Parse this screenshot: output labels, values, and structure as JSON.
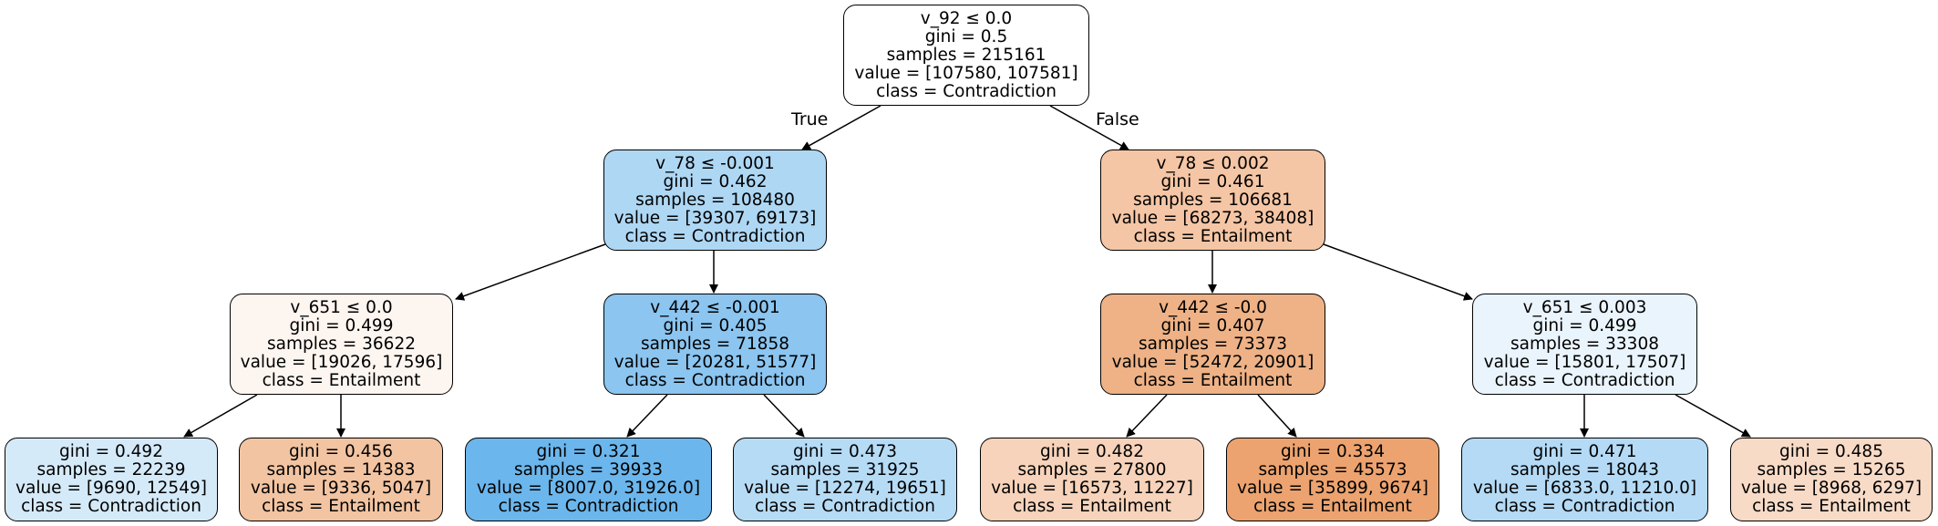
{
  "colors": {
    "n0": "#ffffff",
    "n1": "#aed7f4",
    "n2": "#f5c6a5",
    "n3": "#fdf5f0",
    "n4": "#8bc5f0",
    "n5": "#eeb286",
    "n6": "#eaf4fc",
    "n7": "#d5eaf9",
    "n8": "#f3c4a2",
    "n9": "#6bb6ec",
    "n10": "#b6dbf5",
    "n11": "#f6d3ba",
    "n12": "#eca36f",
    "n13": "#b4daf5",
    "n14": "#f8dbc7"
  },
  "edge_labels": {
    "true": "True",
    "false": "False"
  },
  "nodes": {
    "n0": {
      "split": "v_92 ≤ 0.0",
      "gini": "gini = 0.5",
      "samples": "samples = 215161",
      "value": "value = [107580, 107581]",
      "class": "class = Contradiction"
    },
    "n1": {
      "split": "v_78 ≤ -0.001",
      "gini": "gini = 0.462",
      "samples": "samples = 108480",
      "value": "value = [39307, 69173]",
      "class": "class = Contradiction"
    },
    "n2": {
      "split": "v_78 ≤ 0.002",
      "gini": "gini = 0.461",
      "samples": "samples = 106681",
      "value": "value = [68273, 38408]",
      "class": "class = Entailment"
    },
    "n3": {
      "split": "v_651 ≤ 0.0",
      "gini": "gini = 0.499",
      "samples": "samples = 36622",
      "value": "value = [19026, 17596]",
      "class": "class = Entailment"
    },
    "n4": {
      "split": "v_442 ≤ -0.001",
      "gini": "gini = 0.405",
      "samples": "samples = 71858",
      "value": "value = [20281, 51577]",
      "class": "class = Contradiction"
    },
    "n5": {
      "split": "v_442 ≤ -0.0",
      "gini": "gini = 0.407",
      "samples": "samples = 73373",
      "value": "value = [52472, 20901]",
      "class": "class = Entailment"
    },
    "n6": {
      "split": "v_651 ≤ 0.003",
      "gini": "gini = 0.499",
      "samples": "samples = 33308",
      "value": "value = [15801, 17507]",
      "class": "class = Contradiction"
    },
    "n7": {
      "gini": "gini = 0.492",
      "samples": "samples = 22239",
      "value": "value = [9690, 12549]",
      "class": "class = Contradiction"
    },
    "n8": {
      "gini": "gini = 0.456",
      "samples": "samples = 14383",
      "value": "value = [9336, 5047]",
      "class": "class = Entailment"
    },
    "n9": {
      "gini": "gini = 0.321",
      "samples": "samples = 39933",
      "value": "value = [8007.0, 31926.0]",
      "class": "class = Contradiction"
    },
    "n10": {
      "gini": "gini = 0.473",
      "samples": "samples = 31925",
      "value": "value = [12274, 19651]",
      "class": "class = Contradiction"
    },
    "n11": {
      "gini": "gini = 0.482",
      "samples": "samples = 27800",
      "value": "value = [16573, 11227]",
      "class": "class = Entailment"
    },
    "n12": {
      "gini": "gini = 0.334",
      "samples": "samples = 45573",
      "value": "value = [35899, 9674]",
      "class": "class = Entailment"
    },
    "n13": {
      "gini": "gini = 0.471",
      "samples": "samples = 18043",
      "value": "value = [6833.0, 11210.0]",
      "class": "class = Contradiction"
    },
    "n14": {
      "gini": "gini = 0.485",
      "samples": "samples = 15265",
      "value": "value = [8968, 6297]",
      "class": "class = Entailment"
    }
  }
}
